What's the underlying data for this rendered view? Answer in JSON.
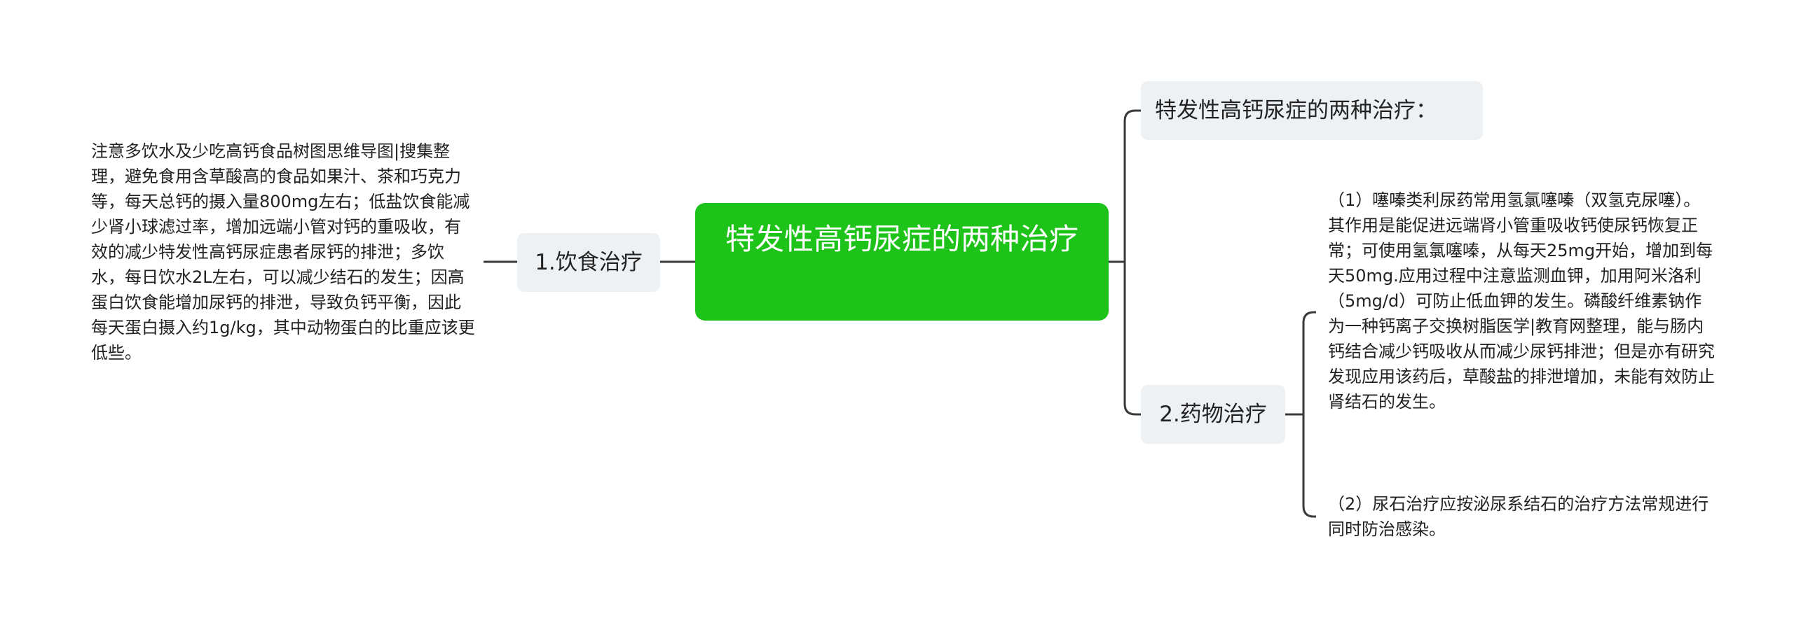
{
  "root": {
    "label": "特发性高钙尿症的两种治疗"
  },
  "branches": {
    "diet": {
      "label": "1.饮食治疗",
      "detail": "注意多饮水及少吃高钙食品树图思维导图|搜集整理，避免食用含草酸高的食品如果汁、茶和巧克力等，每天总钙的摄入量800mg左右；低盐饮食能减少肾小球滤过率，增加远端小管对钙的重吸收，有效的减少特发性高钙尿症患者尿钙的排泄；多饮水，每日饮水2L左右，可以减少结石的发生；因高蛋白饮食能增加尿钙的排泄，导致负钙平衡，因此每天蛋白摄入约1g/kg，其中动物蛋白的比重应该更低些。"
    },
    "title": {
      "label": "特发性高钙尿症的两种治疗："
    },
    "drug": {
      "label": "2.药物治疗",
      "details": [
        "（1）噻嗪类利尿药常用氢氯噻嗪（双氢克尿噻）。其作用是能促进远端肾小管重吸收钙使尿钙恢复正常；可使用氢氯噻嗪，从每天25mg开始，增加到每天50mg.应用过程中注意监测血钾，加用阿米洛利（5mg/d）可防止低血钾的发生。磷酸纤维素钠作为一种钙离子交换树脂医学|教育网整理，能与肠内钙结合减少钙吸收从而减少尿钙排泄；但是亦有研究发现应用该药后，草酸盐的排泄增加，未能有效防止肾结石的发生。",
        "（2）尿石治疗应按泌尿系结石的治疗方法常规进行同时防治感染。"
      ]
    }
  },
  "colors": {
    "root_fill": "#1ec31a",
    "branch_fill": "#eef1f4",
    "connector": "#3a3a3a"
  }
}
